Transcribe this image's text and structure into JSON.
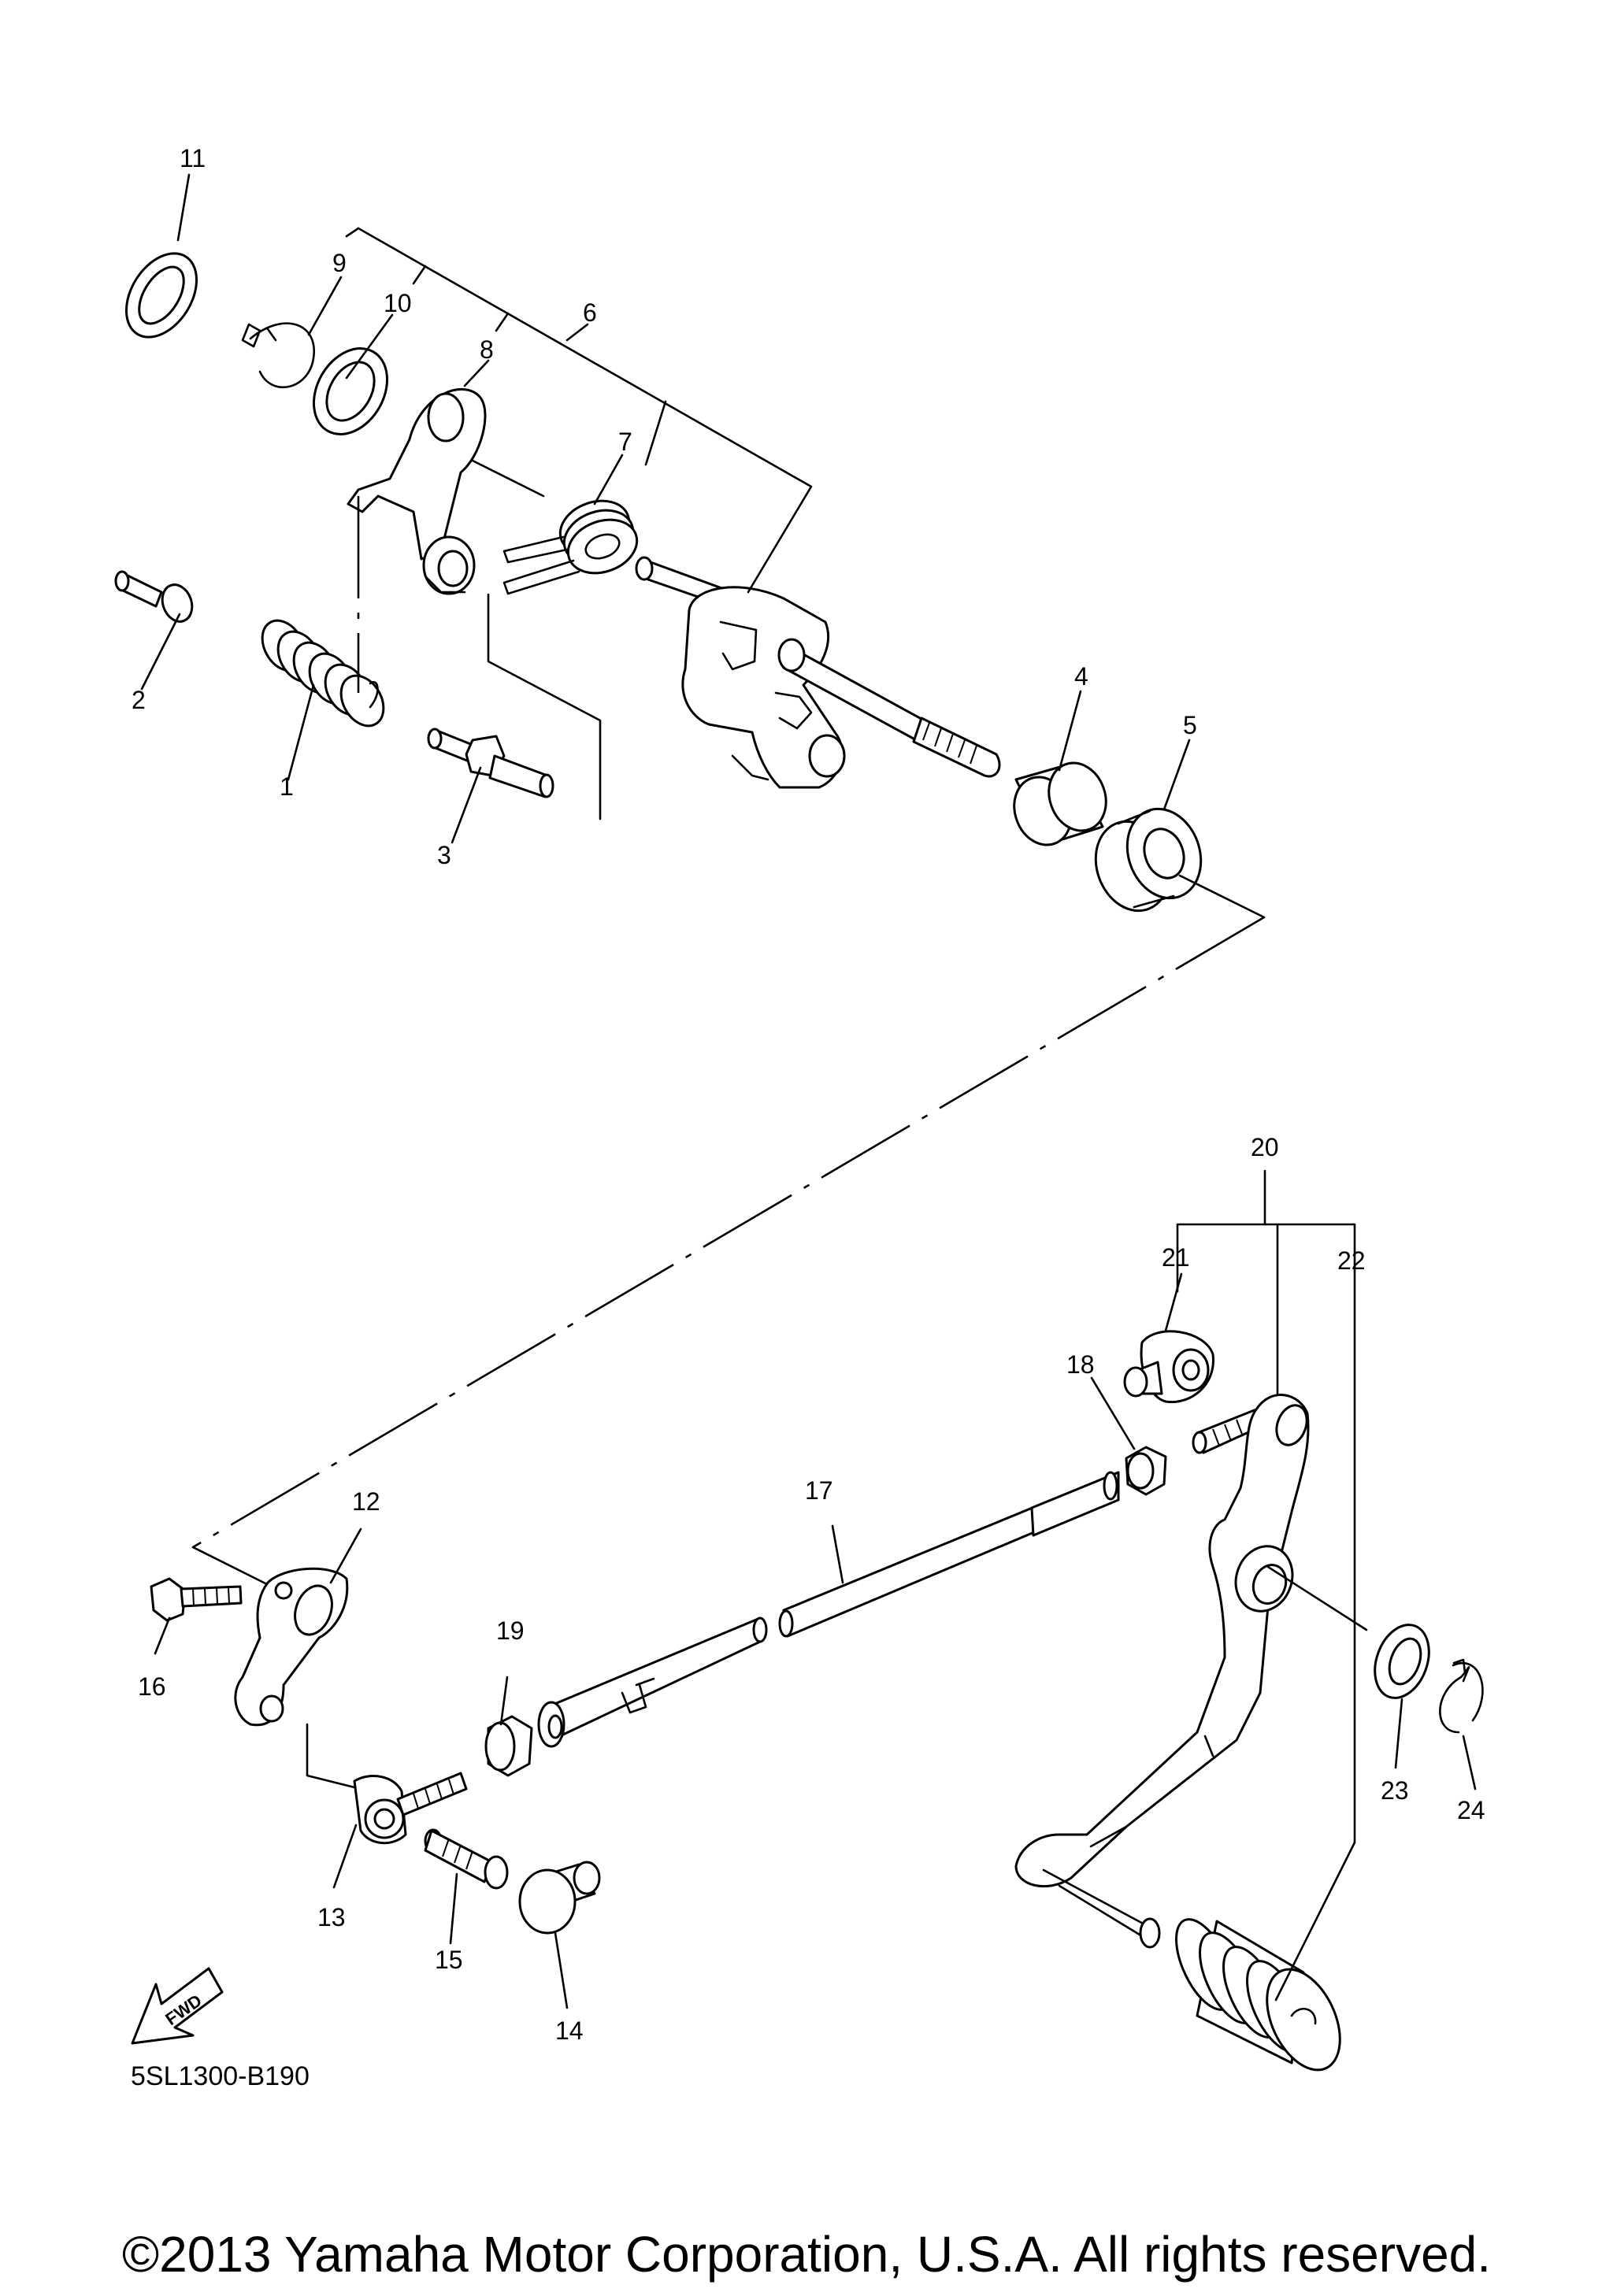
{
  "diagram": {
    "callouts": [
      "1",
      "2",
      "3",
      "4",
      "5",
      "6",
      "7",
      "8",
      "9",
      "10",
      "11",
      "12",
      "13",
      "14",
      "15",
      "16",
      "17",
      "18",
      "19",
      "20",
      "21",
      "22",
      "23",
      "24"
    ],
    "fwd_arrow_label": "FWD",
    "diagram_code": "5SL1300-B190"
  },
  "footer": {
    "copyright": "©2013 Yamaha Motor Corporation, U.S.A. All rights reserved."
  }
}
